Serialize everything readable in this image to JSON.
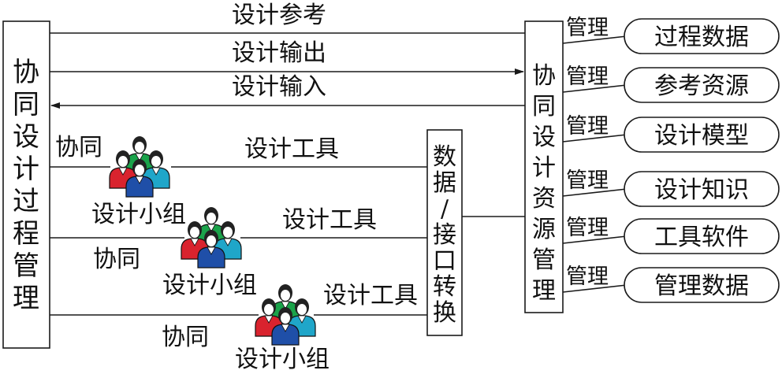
{
  "left_box": {
    "label": "协同设计过程管理"
  },
  "right_box": {
    "label": "协同设计资源管理"
  },
  "interface_box": {
    "label": "数据/接口转换"
  },
  "flows": {
    "reference": "设计参考",
    "output": "设计输出",
    "input": "设计输入"
  },
  "groups": [
    {
      "collab": "协同",
      "team": "设计小组",
      "tool": "设计工具"
    },
    {
      "collab": "协同",
      "team": "设计小组",
      "tool": "设计工具"
    },
    {
      "collab": "协同",
      "team": "设计小组",
      "tool": "设计工具"
    }
  ],
  "manage_label": "管理",
  "resources": [
    "过程数据",
    "参考资源",
    "设计模型",
    "设计知识",
    "工具软件",
    "管理数据"
  ],
  "colors": {
    "person_top": "#1aa34a",
    "person_left": "#d9232e",
    "person_right": "#1fa6c9",
    "person_front": "#1f4fa8",
    "head": "#222222",
    "face": "#ffffff"
  }
}
